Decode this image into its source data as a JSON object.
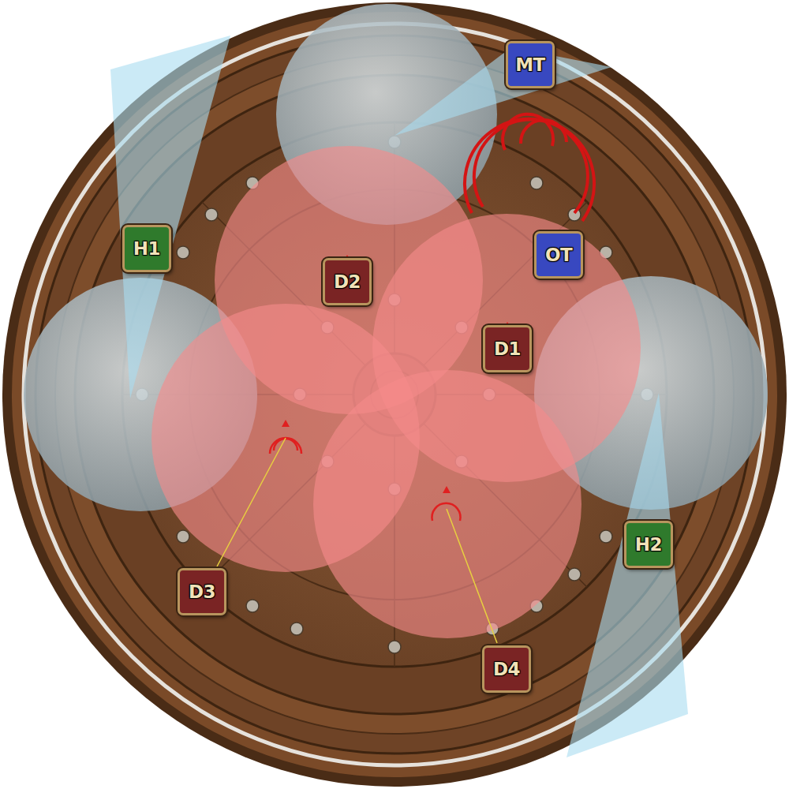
{
  "diagram": {
    "nodes": [
      {
        "text": [
          "MT"
        ]
      },
      {
        "text": [
          "H1"
        ]
      },
      {
        "text": [
          "D2"
        ]
      },
      {
        "text": [
          "OT"
        ]
      },
      {
        "text": [
          "D1"
        ]
      },
      {
        "text": [
          "H2"
        ]
      },
      {
        "text": [
          "D3"
        ]
      },
      {
        "text": [
          "D4"
        ]
      }
    ]
  }
}
